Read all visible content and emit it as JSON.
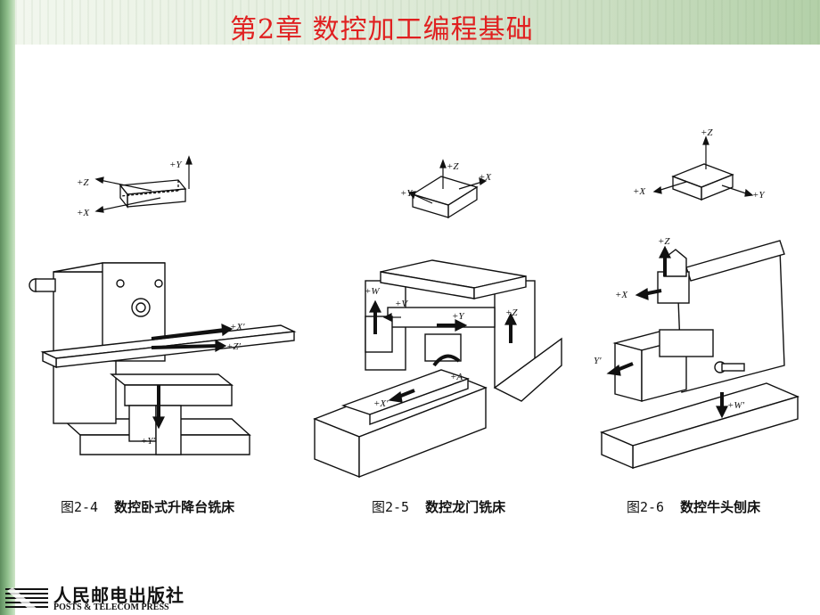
{
  "header": {
    "title": "第2章  数控加工编程基础"
  },
  "figures": [
    {
      "number": "图2-4",
      "name": "数控卧式升降台铣床",
      "axis_labels": {
        "y": "+Y",
        "z": "+Z",
        "x": "+X"
      },
      "machine_labels": {
        "xp": "+X′",
        "zp": "+Z′",
        "yp": "+Y′"
      }
    },
    {
      "number": "图2-5",
      "name": "数控龙门铣床",
      "axis_labels": {
        "z": "+Z",
        "y": "+Y",
        "x": "+X"
      },
      "machine_labels": {
        "w": "+W",
        "v": "+V",
        "y": "+Y",
        "z": "+Z",
        "a": "+A",
        "xp": "+X′"
      }
    },
    {
      "number": "图2-6",
      "name": "数控牛头刨床",
      "axis_labels": {
        "z": "+Z",
        "x": "+X",
        "y": "+Y"
      },
      "machine_labels": {
        "z": "+Z",
        "x": "+X",
        "yp": "Y′",
        "wp": "+W′"
      }
    }
  ],
  "logo": {
    "cn": "人民邮电出版社",
    "en": "POSTS & TELECOM PRESS"
  }
}
